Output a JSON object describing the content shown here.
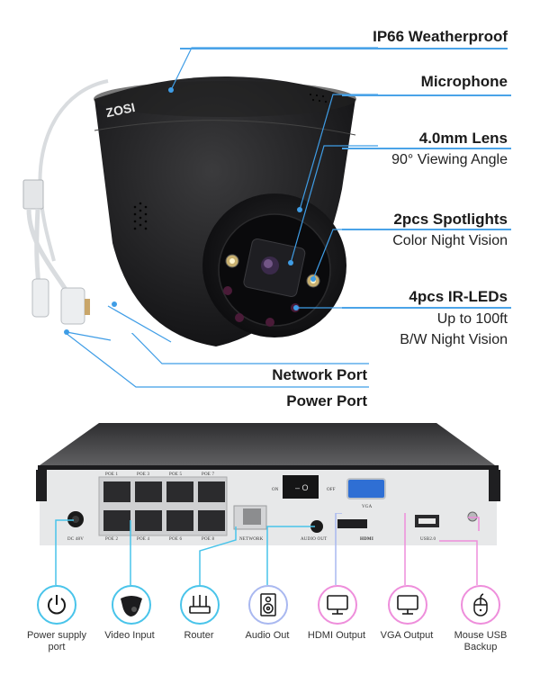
{
  "camera": {
    "brand": "ZOSI",
    "features": [
      {
        "title": "IP66 Weatherproof",
        "subtitle": []
      },
      {
        "title": "Microphone",
        "subtitle": []
      },
      {
        "title": "4.0mm Lens",
        "subtitle": [
          "90° Viewing Angle"
        ]
      },
      {
        "title": "2pcs Spotlights",
        "subtitle": [
          "Color Night Vision"
        ]
      },
      {
        "title": "4pcs IR-LEDs",
        "subtitle": [
          "Up to 100ft",
          "B/W Night Vision"
        ]
      },
      {
        "title": "Network Port",
        "subtitle": []
      },
      {
        "title": "Power Port",
        "subtitle": []
      }
    ]
  },
  "nvr": {
    "port_labels": {
      "poe_top": [
        "POE 1",
        "POE 3",
        "POE 5",
        "POE 7"
      ],
      "poe_bottom": [
        "POE 2",
        "POE 4",
        "POE 6",
        "POE 8"
      ],
      "dc": "DC 48V",
      "network": "NETWORK",
      "on": "ON",
      "off": "OFF",
      "vga": "VGA",
      "audio_out": "AUDIO OUT",
      "hdmi": "HDMI",
      "usb": "USB2.0"
    }
  },
  "connections": [
    {
      "label": "Power supply port",
      "icon": "power-icon",
      "color": "#49c4ea"
    },
    {
      "label": "Video Input",
      "icon": "camera-icon",
      "color": "#49c4ea"
    },
    {
      "label": "Router",
      "icon": "router-icon",
      "color": "#49c4ea"
    },
    {
      "label": "Audio Out",
      "icon": "speaker-icon",
      "color": "#a9b8f0"
    },
    {
      "label": "HDMI Output",
      "icon": "monitor-icon",
      "color": "#ee8edb"
    },
    {
      "label": "VGA Output",
      "icon": "monitor-icon",
      "color": "#ee8edb"
    },
    {
      "label": "Mouse USB Backup",
      "icon": "mouse-icon",
      "color": "#ee8edb"
    }
  ],
  "colors": {
    "accent_blue": "#4aa3e8",
    "cyan": "#49c4ea",
    "violet": "#a9b8f0",
    "pink": "#ee8edb"
  }
}
